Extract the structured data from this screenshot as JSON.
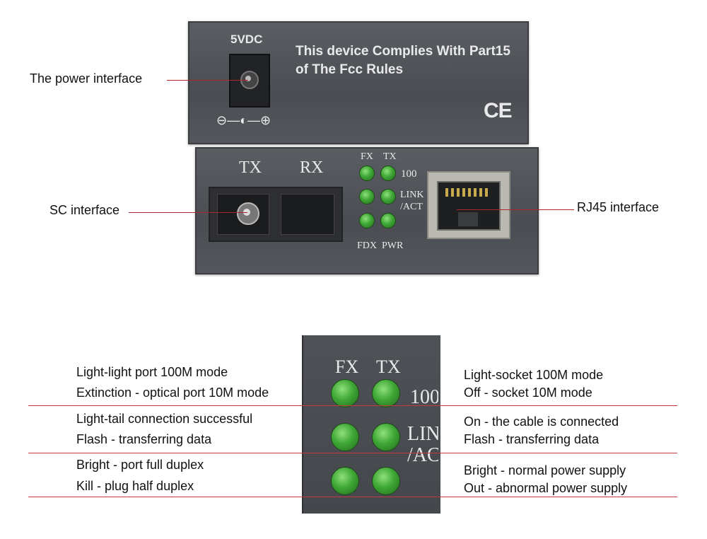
{
  "top_panel": {
    "power_label": "5VDC",
    "compliance_line1": "This device Complies With Part15",
    "compliance_line2": "of The Fcc Rules",
    "ce_mark": "CE",
    "polarity_symbol": "⊖—◐—⊕"
  },
  "front_panel": {
    "tx": "TX",
    "rx": "RX",
    "led_fx": "FX",
    "led_tx": "TX",
    "label_100": "100",
    "label_link": "LINK",
    "label_act": "/ACT",
    "led_fdx": "FDX",
    "led_pwr": "PWR"
  },
  "callouts": {
    "power": "The power interface",
    "sc": "SC interface",
    "rj45": "RJ45 interface"
  },
  "zoom": {
    "fx": "FX",
    "tx": "TX",
    "l100": "100",
    "link": "LIN",
    "act": "/AC"
  },
  "legend_left": [
    {
      "line1": "Light-light port 100M mode",
      "line2": "Extinction - optical port 10M mode"
    },
    {
      "line1": "Light-tail connection successful",
      "line2": "Flash - transferring data"
    },
    {
      "line1": "Bright - port full duplex",
      "line2": "Kill - plug half duplex"
    }
  ],
  "legend_right": [
    {
      "line1": "Light-socket 100M mode",
      "line2": "Off - socket 10M mode"
    },
    {
      "line1": "On - the cable is connected",
      "line2": "Flash - transferring data"
    },
    {
      "line1": "Bright - normal power supply",
      "line2": "Out - abnormal power supply"
    }
  ],
  "colors": {
    "leader_line": "#b0242a",
    "led_green": "#3fa836",
    "device_gray": "#4f5257"
  }
}
